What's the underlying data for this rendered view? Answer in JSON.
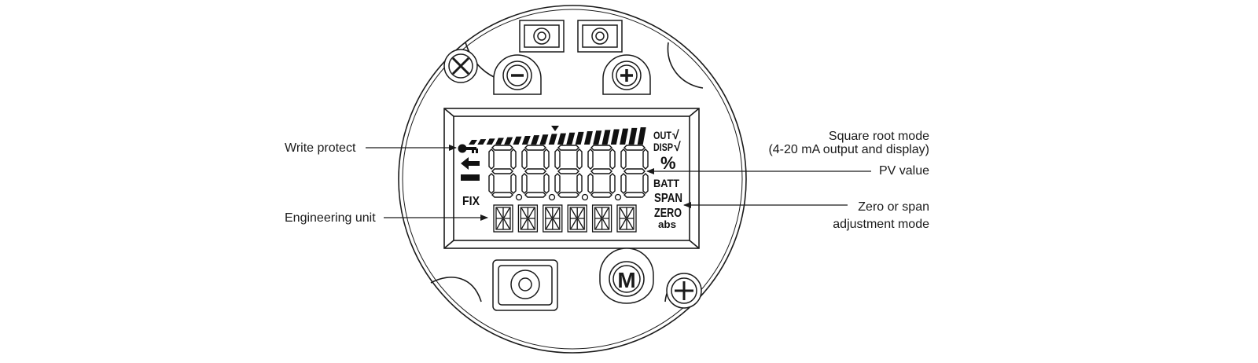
{
  "callouts": {
    "write_protect": "Write protect",
    "engineering_unit": "Engineering unit",
    "square_root_line1": "Square root mode",
    "square_root_line2": "(4-20 mA output and display)",
    "pv_value": "PV value",
    "zero_span_line1": "Zero or span",
    "zero_span_line2": "adjustment mode"
  },
  "lcd": {
    "out": "OUT",
    "disp": "DISP",
    "sqrt": "√",
    "percent": "%",
    "batt": "BATT",
    "span": "SPAN",
    "zero": "ZERO",
    "abs": "abs",
    "fix": "FIX",
    "digit_count": 5,
    "unit_char_count": 6,
    "bargraph_segments": 20
  },
  "buttons": {
    "minus": "−",
    "plus": "+",
    "mode": "M"
  },
  "colors": {
    "ink": "#1a1a1a",
    "segment": "#111111",
    "background": "#ffffff"
  },
  "icons": [
    "key-icon",
    "arrow-left-icon",
    "minus-icon",
    "plus-icon",
    "screw-icon"
  ]
}
